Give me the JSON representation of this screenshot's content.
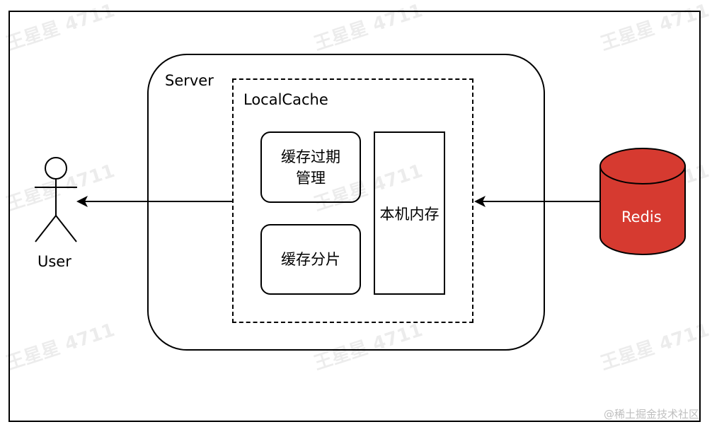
{
  "diagram": {
    "server_label": "Server",
    "localcache_label": "LocalCache",
    "expiry_box": "缓存过期\n管理",
    "shard_box": "缓存分片",
    "memory_box": "本机内存",
    "redis_label": "Redis",
    "user_label": "User",
    "colors": {
      "redis_fill": "#d63a30",
      "stroke": "#000000"
    }
  },
  "watermark": {
    "text": "王星星 4711",
    "credit": "@稀土掘金技术社区"
  }
}
